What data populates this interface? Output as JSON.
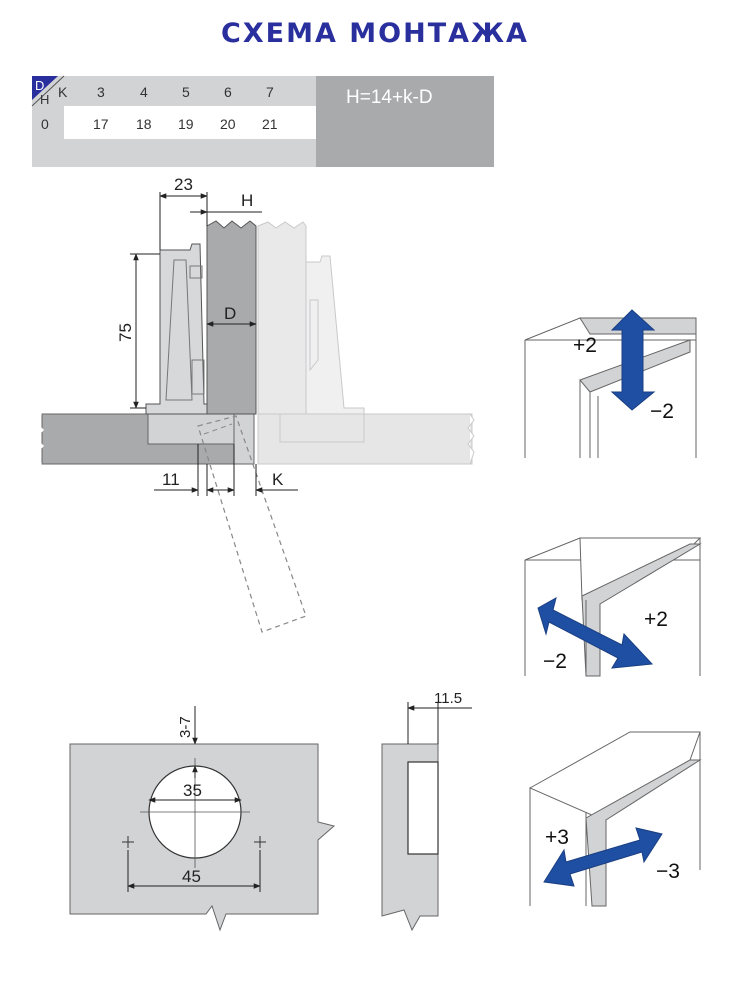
{
  "title": "СХЕМА МОНТАЖА",
  "table": {
    "corner_d": "D",
    "corner_k": "K",
    "corner_h": "H",
    "k_values": [
      "3",
      "4",
      "5",
      "6",
      "7"
    ],
    "d_value": "0",
    "h_values": [
      "17",
      "18",
      "19",
      "20",
      "21"
    ],
    "formula": "H=14+k-D"
  },
  "hinge_section": {
    "dim_23": "23",
    "dim_h": "H",
    "dim_75": "75",
    "dim_d": "D",
    "dim_11": "11",
    "dim_k": "K"
  },
  "cup_drilling": {
    "dim_3_7": "3-7",
    "dim_35": "35",
    "dim_45": "45",
    "dim_11_5": "11.5"
  },
  "adjustments": [
    {
      "plus": "+2",
      "minus": "−2"
    },
    {
      "plus": "+2",
      "minus": "−2"
    },
    {
      "plus": "+3",
      "minus": "−3"
    }
  ],
  "colors": {
    "title": "#2a2f9e",
    "arrow": "#1f4fa3",
    "table_gray": "#a9aaac",
    "panel_gray": "#cfd0d2"
  }
}
